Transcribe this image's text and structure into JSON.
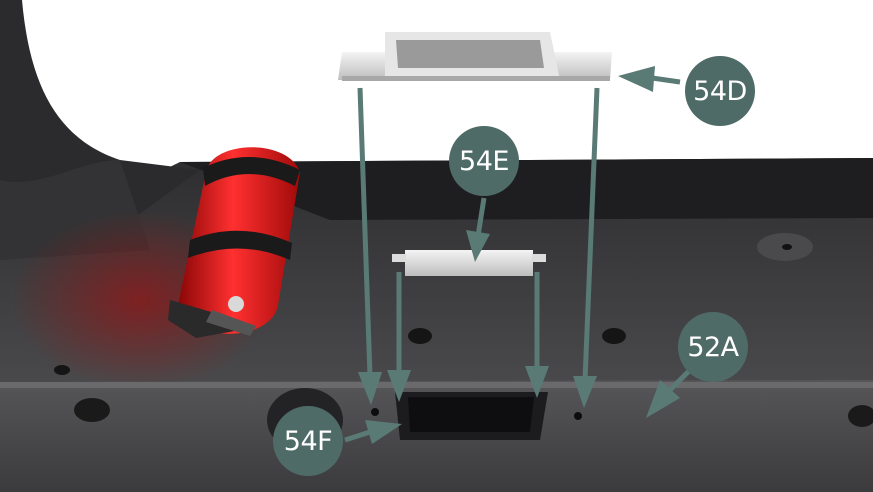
{
  "callouts": {
    "c54D": "54D",
    "c54E": "54E",
    "c52A": "52A",
    "c54F": "54F"
  },
  "colors": {
    "callout_fill": "#4e6b68",
    "arrow": "#5a7a76",
    "body_dark": "#3a3a3c",
    "extinguisher_red": "#e01818"
  }
}
